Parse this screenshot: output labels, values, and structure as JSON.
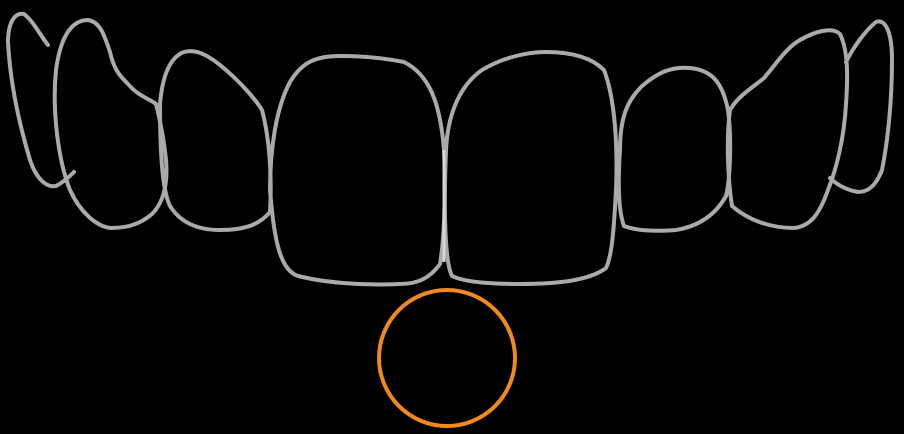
{
  "colors": {
    "background": "#000000",
    "tooth_outline": "#aaaaaa",
    "midline_highlight": "#d6d6d6",
    "marker_ring": "#f08a1a"
  },
  "teeth": [
    {
      "name": "upper-right-canine-outline"
    },
    {
      "name": "upper-right-lateral-incisor-outline"
    },
    {
      "name": "upper-right-central-incisor-outline"
    },
    {
      "name": "upper-left-central-incisor-outline"
    },
    {
      "name": "upper-left-lateral-incisor-outline"
    },
    {
      "name": "upper-left-canine-outline"
    },
    {
      "name": "upper-right-premolar-outline"
    },
    {
      "name": "upper-left-premolar-outline"
    }
  ],
  "marker": {
    "name": "target-ring-marker"
  }
}
